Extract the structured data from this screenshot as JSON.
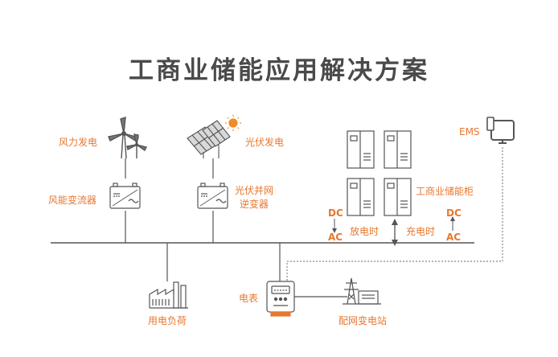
{
  "title": "工商业储能应用解决方案",
  "labels": {
    "wind": "风力发电",
    "pv": "光伏发电",
    "wind_converter": "风能变流器",
    "pv_inverter_line1": "光伏并网",
    "pv_inverter_line2": "逆变器",
    "storage_cabinet": "工商业储能柜",
    "ems": "EMS",
    "discharge": "放电时",
    "charge": "充电时",
    "load": "用电负荷",
    "meter": "电表",
    "substation": "配网变电站"
  },
  "conversions": {
    "left_top": "DC",
    "left_bottom": "AC",
    "right_top": "DC",
    "right_bottom": "AC"
  },
  "icons": [
    "wind-turbine-icon",
    "solar-panel-icon",
    "sun-icon",
    "converter-icon",
    "inverter-icon",
    "storage-cabinet-icon",
    "monitor-icon",
    "factory-icon",
    "meter-icon",
    "substation-icon"
  ],
  "colors": {
    "accent": "#e8772e",
    "line": "#555555",
    "text": "#4a4a4a"
  }
}
